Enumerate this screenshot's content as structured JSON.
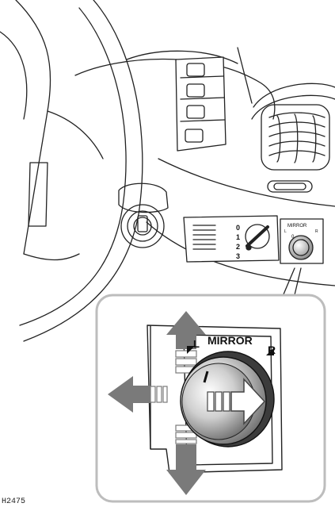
{
  "figure_code": "H2475",
  "switch": {
    "small_label": "MIRROR",
    "small_left": "L",
    "small_right": "R",
    "small_center": "0"
  },
  "lights_dial": {
    "positions": [
      "0",
      "1",
      "2",
      "3"
    ]
  },
  "detail": {
    "label": "MIRROR",
    "left": "L",
    "right": "R"
  },
  "colors": {
    "arrow": "#7a7a7a",
    "inset_border": "#bdbdbd",
    "outline": "#222222"
  }
}
